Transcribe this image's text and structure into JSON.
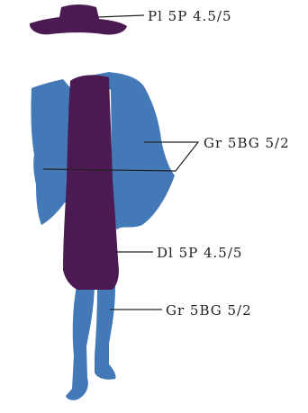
{
  "colors": {
    "purple": "#4b1a52",
    "blue": "#4479b8",
    "line": "#222222",
    "background": "#ffffff"
  },
  "labels": {
    "hat": "Pl 5P 4.5/5",
    "jacket": "Gr 5BG 5/2",
    "dress": "Dl 5P 4.5/5",
    "legs": "Gr 5BG 5/2"
  }
}
